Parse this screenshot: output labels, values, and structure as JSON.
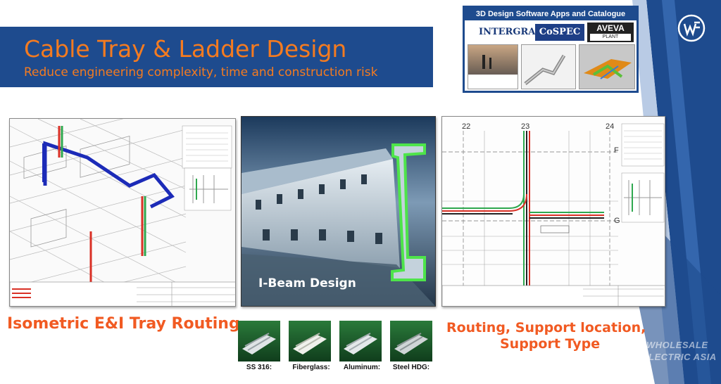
{
  "header": {
    "title": "Cable Tray & Ladder Design",
    "subtitle": "Reduce engineering complexity, time and construction risk"
  },
  "catalogue": {
    "heading": "3D Design Software Apps and Catalogue",
    "logos": [
      "INTERGRAPH",
      "CoSPEC",
      "AVEVA"
    ],
    "aveva_sub": "PLANT"
  },
  "panels": {
    "center_label": "I-Beam Design",
    "grid_numbers": [
      "22",
      "23",
      "24"
    ],
    "grid_letters": [
      "F",
      "G"
    ]
  },
  "captions": {
    "left": "Isometric E&I Tray Routing",
    "right_line1": "Routing, Support location,",
    "right_line2": "Support Type"
  },
  "materials": [
    "SS 316:",
    "Fiberglass:",
    "Aluminum:",
    "Steel HDG:"
  ],
  "watermark": [
    "WHOLESALE",
    "ELECTRIC ASIA"
  ],
  "colors": {
    "brand_blue": "#1e4b8e",
    "accent_orange": "#f47b20",
    "caption_orange": "#f15a22"
  }
}
